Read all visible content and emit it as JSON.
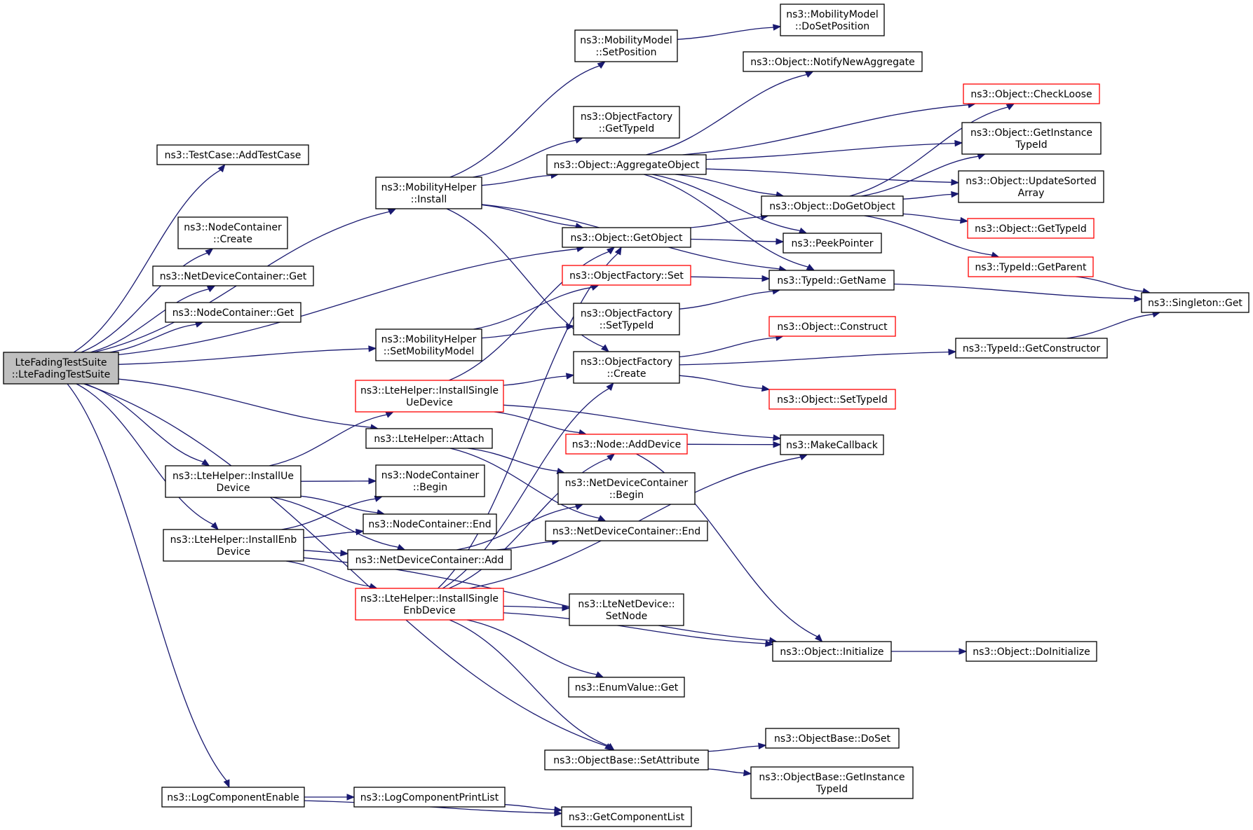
{
  "diagram": {
    "type": "call-graph",
    "colors": {
      "edge": "#191970",
      "node_border": "#000000",
      "truncated_border": "#ff0000",
      "root_fill": "#bfbfbf",
      "node_fill": "#ffffff"
    },
    "nodes": [
      {
        "id": "root",
        "lines": [
          "LteFadingTestSuite",
          "::LteFadingTestSuite"
        ],
        "style": "root"
      },
      {
        "id": "addTestCase",
        "lines": [
          "ns3::TestCase::AddTestCase"
        ],
        "style": "normal"
      },
      {
        "id": "nodeContainerCreate",
        "lines": [
          "ns3::NodeContainer",
          "::Create"
        ],
        "style": "normal"
      },
      {
        "id": "netDevContGet",
        "lines": [
          "ns3::NetDeviceContainer::Get"
        ],
        "style": "normal"
      },
      {
        "id": "nodeContGet",
        "lines": [
          "ns3::NodeContainer::Get"
        ],
        "style": "normal"
      },
      {
        "id": "installUeDevice",
        "lines": [
          "ns3::LteHelper::InstallUe",
          "Device"
        ],
        "style": "normal"
      },
      {
        "id": "installEnbDevice",
        "lines": [
          "ns3::LteHelper::InstallEnb",
          "Device"
        ],
        "style": "normal"
      },
      {
        "id": "logComponentEnable",
        "lines": [
          "ns3::LogComponentEnable"
        ],
        "style": "normal"
      },
      {
        "id": "mobilityInstall",
        "lines": [
          "ns3::MobilityHelper",
          "::Install"
        ],
        "style": "normal"
      },
      {
        "id": "setMobilityModel",
        "lines": [
          "ns3::MobilityHelper",
          "::SetMobilityModel"
        ],
        "style": "normal"
      },
      {
        "id": "installSingleUe",
        "lines": [
          "ns3::LteHelper::InstallSingle",
          "UeDevice"
        ],
        "style": "truncated"
      },
      {
        "id": "attach",
        "lines": [
          "ns3::LteHelper::Attach"
        ],
        "style": "normal"
      },
      {
        "id": "nodeContBegin",
        "lines": [
          "ns3::NodeContainer",
          "::Begin"
        ],
        "style": "normal"
      },
      {
        "id": "nodeContEnd",
        "lines": [
          "ns3::NodeContainer::End"
        ],
        "style": "normal"
      },
      {
        "id": "netDevContAdd",
        "lines": [
          "ns3::NetDeviceContainer::Add"
        ],
        "style": "normal"
      },
      {
        "id": "installSingleEnb",
        "lines": [
          "ns3::LteHelper::InstallSingle",
          "EnbDevice"
        ],
        "style": "truncated"
      },
      {
        "id": "logPrintList",
        "lines": [
          "ns3::LogComponentPrintList"
        ],
        "style": "normal"
      },
      {
        "id": "getComponentList",
        "lines": [
          "ns3::GetComponentList"
        ],
        "style": "normal"
      },
      {
        "id": "mmSetPosition",
        "lines": [
          "ns3::MobilityModel",
          "::SetPosition"
        ],
        "style": "normal"
      },
      {
        "id": "ofGetTypeId",
        "lines": [
          "ns3::ObjectFactory",
          "::GetTypeId"
        ],
        "style": "normal"
      },
      {
        "id": "aggregateObject",
        "lines": [
          "ns3::Object::AggregateObject"
        ],
        "style": "normal"
      },
      {
        "id": "getObject",
        "lines": [
          "ns3::Object::GetObject"
        ],
        "style": "normal"
      },
      {
        "id": "ofSet",
        "lines": [
          "ns3::ObjectFactory::Set"
        ],
        "style": "truncated"
      },
      {
        "id": "ofSetTypeId",
        "lines": [
          "ns3::ObjectFactory",
          "::SetTypeId"
        ],
        "style": "normal"
      },
      {
        "id": "ofCreate",
        "lines": [
          "ns3::ObjectFactory",
          "::Create"
        ],
        "style": "normal"
      },
      {
        "id": "nodeAddDevice",
        "lines": [
          "ns3::Node::AddDevice"
        ],
        "style": "truncated"
      },
      {
        "id": "netDevContBegin",
        "lines": [
          "ns3::NetDeviceContainer",
          "::Begin"
        ],
        "style": "normal"
      },
      {
        "id": "netDevContEnd",
        "lines": [
          "ns3::NetDeviceContainer::End"
        ],
        "style": "normal"
      },
      {
        "id": "lteNetDevSetNode",
        "lines": [
          "ns3::LteNetDevice::",
          "SetNode"
        ],
        "style": "normal"
      },
      {
        "id": "enumValueGet",
        "lines": [
          "ns3::EnumValue::Get"
        ],
        "style": "normal"
      },
      {
        "id": "setAttribute",
        "lines": [
          "ns3::ObjectBase::SetAttribute"
        ],
        "style": "normal"
      },
      {
        "id": "mmDoSetPosition",
        "lines": [
          "ns3::MobilityModel",
          "::DoSetPosition"
        ],
        "style": "normal"
      },
      {
        "id": "notifyNewAggregate",
        "lines": [
          "ns3::Object::NotifyNewAggregate"
        ],
        "style": "normal"
      },
      {
        "id": "doGetObject",
        "lines": [
          "ns3::Object::DoGetObject"
        ],
        "style": "normal"
      },
      {
        "id": "peekPointer",
        "lines": [
          "ns3::PeekPointer"
        ],
        "style": "normal"
      },
      {
        "id": "typeIdGetName",
        "lines": [
          "ns3::TypeId::GetName"
        ],
        "style": "normal"
      },
      {
        "id": "objConstruct",
        "lines": [
          "ns3::Object::Construct"
        ],
        "style": "truncated"
      },
      {
        "id": "objSetTypeId",
        "lines": [
          "ns3::Object::SetTypeId"
        ],
        "style": "truncated"
      },
      {
        "id": "makeCallback",
        "lines": [
          "ns3::MakeCallback"
        ],
        "style": "normal"
      },
      {
        "id": "objInitialize",
        "lines": [
          "ns3::Object::Initialize"
        ],
        "style": "normal"
      },
      {
        "id": "obDoSet",
        "lines": [
          "ns3::ObjectBase::DoSet"
        ],
        "style": "normal"
      },
      {
        "id": "obGetInstanceTypeId",
        "lines": [
          "ns3::ObjectBase::GetInstance",
          "TypeId"
        ],
        "style": "normal"
      },
      {
        "id": "checkLoose",
        "lines": [
          "ns3::Object::CheckLoose"
        ],
        "style": "truncated"
      },
      {
        "id": "objGetInstanceTypeId",
        "lines": [
          "ns3::Object::GetInstance",
          "TypeId"
        ],
        "style": "normal"
      },
      {
        "id": "updateSortedArray",
        "lines": [
          "ns3::Object::UpdateSorted",
          "Array"
        ],
        "style": "normal"
      },
      {
        "id": "objGetTypeId",
        "lines": [
          "ns3::Object::GetTypeId"
        ],
        "style": "truncated"
      },
      {
        "id": "typeIdGetParent",
        "lines": [
          "ns3::TypeId::GetParent"
        ],
        "style": "truncated"
      },
      {
        "id": "typeIdGetConstructor",
        "lines": [
          "ns3::TypeId::GetConstructor"
        ],
        "style": "normal"
      },
      {
        "id": "doInitialize",
        "lines": [
          "ns3::Object::DoInitialize"
        ],
        "style": "normal"
      },
      {
        "id": "singletonGet",
        "lines": [
          "ns3::Singleton::Get"
        ],
        "style": "normal"
      }
    ],
    "edges": [
      [
        "root",
        "addTestCase"
      ],
      [
        "root",
        "nodeContainerCreate"
      ],
      [
        "root",
        "netDevContGet"
      ],
      [
        "root",
        "nodeContGet"
      ],
      [
        "root",
        "mobilityInstall"
      ],
      [
        "root",
        "getObject"
      ],
      [
        "root",
        "setMobilityModel"
      ],
      [
        "root",
        "attach"
      ],
      [
        "root",
        "installUeDevice"
      ],
      [
        "root",
        "installEnbDevice"
      ],
      [
        "root",
        "setAttribute"
      ],
      [
        "root",
        "logComponentEnable"
      ],
      [
        "installUeDevice",
        "installSingleUe"
      ],
      [
        "installUeDevice",
        "nodeContBegin"
      ],
      [
        "installUeDevice",
        "nodeContEnd"
      ],
      [
        "installUeDevice",
        "netDevContAdd"
      ],
      [
        "installEnbDevice",
        "nodeContBegin"
      ],
      [
        "installEnbDevice",
        "nodeContEnd"
      ],
      [
        "installEnbDevice",
        "netDevContAdd"
      ],
      [
        "installEnbDevice",
        "installSingleEnb"
      ],
      [
        "installEnbDevice",
        "objInitialize"
      ],
      [
        "logComponentEnable",
        "logPrintList"
      ],
      [
        "logComponentEnable",
        "getComponentList"
      ],
      [
        "logPrintList",
        "getComponentList"
      ],
      [
        "mobilityInstall",
        "mmSetPosition"
      ],
      [
        "mobilityInstall",
        "ofGetTypeId"
      ],
      [
        "mobilityInstall",
        "aggregateObject"
      ],
      [
        "mobilityInstall",
        "getObject"
      ],
      [
        "mobilityInstall",
        "typeIdGetName"
      ],
      [
        "mobilityInstall",
        "ofCreate"
      ],
      [
        "setMobilityModel",
        "ofSet"
      ],
      [
        "setMobilityModel",
        "ofSetTypeId"
      ],
      [
        "installSingleUe",
        "getObject"
      ],
      [
        "installSingleUe",
        "ofCreate"
      ],
      [
        "installSingleUe",
        "nodeAddDevice"
      ],
      [
        "installSingleUe",
        "makeCallback"
      ],
      [
        "attach",
        "netDevContBegin"
      ],
      [
        "attach",
        "netDevContEnd"
      ],
      [
        "netDevContAdd",
        "netDevContBegin"
      ],
      [
        "netDevContAdd",
        "netDevContEnd"
      ],
      [
        "installSingleEnb",
        "getObject"
      ],
      [
        "installSingleEnb",
        "ofCreate"
      ],
      [
        "installSingleEnb",
        "nodeAddDevice"
      ],
      [
        "installSingleEnb",
        "makeCallback"
      ],
      [
        "installSingleEnb",
        "lteNetDevSetNode"
      ],
      [
        "installSingleEnb",
        "objInitialize"
      ],
      [
        "installSingleEnb",
        "enumValueGet"
      ],
      [
        "installSingleEnb",
        "setAttribute"
      ],
      [
        "mmSetPosition",
        "mmDoSetPosition"
      ],
      [
        "aggregateObject",
        "notifyNewAggregate"
      ],
      [
        "aggregateObject",
        "checkLoose"
      ],
      [
        "aggregateObject",
        "objGetInstanceTypeId"
      ],
      [
        "aggregateObject",
        "updateSortedArray"
      ],
      [
        "aggregateObject",
        "doGetObject"
      ],
      [
        "aggregateObject",
        "peekPointer"
      ],
      [
        "aggregateObject",
        "typeIdGetName"
      ],
      [
        "getObject",
        "doGetObject"
      ],
      [
        "getObject",
        "peekPointer"
      ],
      [
        "ofSet",
        "typeIdGetName"
      ],
      [
        "ofSetTypeId",
        "typeIdGetName"
      ],
      [
        "ofCreate",
        "objConstruct"
      ],
      [
        "ofCreate",
        "typeIdGetConstructor"
      ],
      [
        "ofCreate",
        "objSetTypeId"
      ],
      [
        "nodeAddDevice",
        "makeCallback"
      ],
      [
        "nodeAddDevice",
        "objInitialize"
      ],
      [
        "setAttribute",
        "obDoSet"
      ],
      [
        "setAttribute",
        "obGetInstanceTypeId"
      ],
      [
        "doGetObject",
        "checkLoose"
      ],
      [
        "doGetObject",
        "objGetInstanceTypeId"
      ],
      [
        "doGetObject",
        "updateSortedArray"
      ],
      [
        "doGetObject",
        "objGetTypeId"
      ],
      [
        "doGetObject",
        "typeIdGetParent"
      ],
      [
        "typeIdGetName",
        "singletonGet"
      ],
      [
        "typeIdGetParent",
        "singletonGet"
      ],
      [
        "typeIdGetConstructor",
        "singletonGet"
      ],
      [
        "objInitialize",
        "doInitialize"
      ]
    ]
  }
}
